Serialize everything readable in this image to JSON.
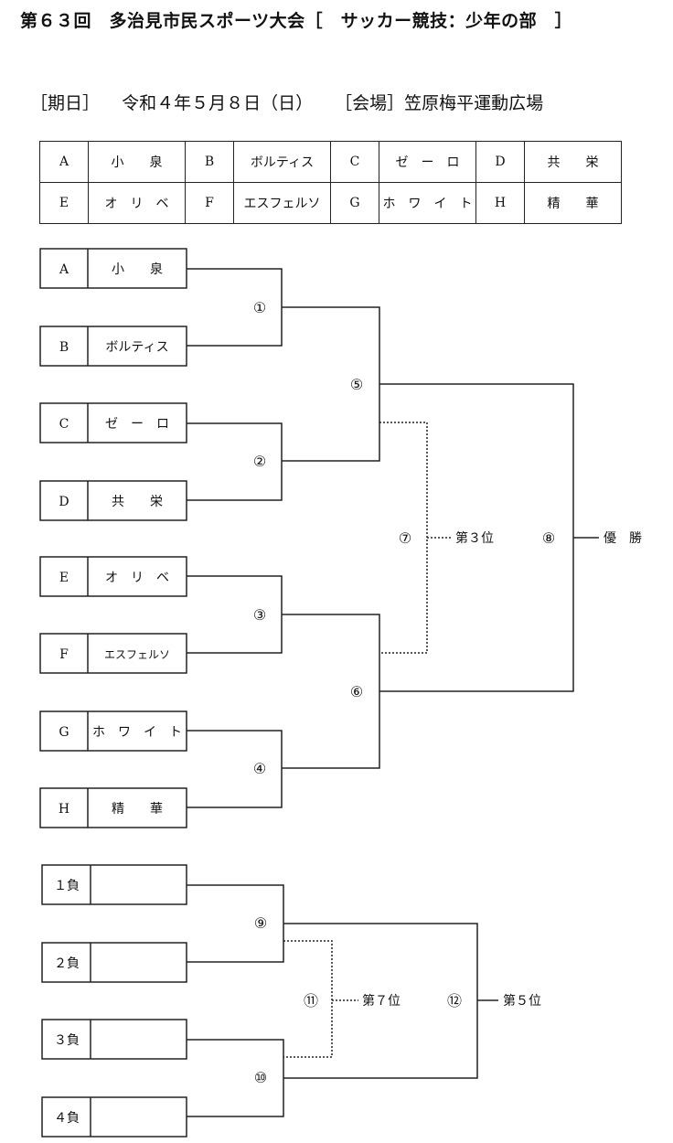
{
  "title": "第６３回　多治見市民スポーツ大会［　サッカー競技：少年の部　］",
  "info": {
    "date_label": "［期日］",
    "date_value": "令和４年５月８日（日）",
    "venue": "［会場］笠原梅平運動広場"
  },
  "teams": [
    {
      "code": "A",
      "name": "小　　泉"
    },
    {
      "code": "B",
      "name": "ボルティス"
    },
    {
      "code": "C",
      "name": "ゼ　ー　ロ"
    },
    {
      "code": "D",
      "name": "共　　栄"
    },
    {
      "code": "E",
      "name": "オ　リ　ベ"
    },
    {
      "code": "F",
      "name": "エスフェルソ"
    },
    {
      "code": "G",
      "name": "ホ　ワ　イ　ト"
    },
    {
      "code": "H",
      "name": "精　　華"
    }
  ],
  "bracket_main": {
    "slots": [
      {
        "code": "A",
        "name": "小　　泉"
      },
      {
        "code": "B",
        "name": "ボルティス"
      },
      {
        "code": "C",
        "name": "ゼ　ー　ロ"
      },
      {
        "code": "D",
        "name": "共　　栄"
      },
      {
        "code": "E",
        "name": "オ　リ　ベ"
      },
      {
        "code": "F",
        "name": "エスフェルソ"
      },
      {
        "code": "G",
        "name": "ホ　ワ　イ　ト"
      },
      {
        "code": "H",
        "name": "精　　華"
      }
    ],
    "matches": [
      "①",
      "②",
      "③",
      "④",
      "⑤",
      "⑥",
      "⑦",
      "⑧"
    ],
    "third_label": "第３位",
    "champion_label": "優　勝"
  },
  "bracket_consolation": {
    "slots": [
      "１負",
      "２負",
      "３負",
      "４負"
    ],
    "matches": [
      "⑨",
      "⑩",
      "⑪",
      "⑫"
    ],
    "seventh_label": "第７位",
    "fifth_label": "第５位"
  }
}
